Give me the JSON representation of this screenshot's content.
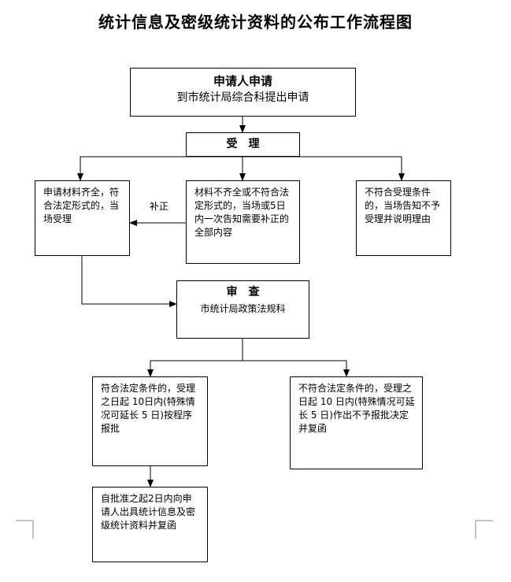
{
  "title": "统计信息及密级统计资料的公布工作流程图",
  "apply": {
    "title": "申请人申请",
    "text": "到市统计局综合科提出申请"
  },
  "accept": {
    "title": "受　理"
  },
  "complete": {
    "text": "申请材料齐全，符合法定形式的，当场受理"
  },
  "incomplete": {
    "text": "材料不齐全或不符合法定形式的，当场或5日内一次告知需要补正的全部内容"
  },
  "reject": {
    "text": "不符合受理条件的，当场告知不予受理并说明理由"
  },
  "supplement_label": "补正",
  "review": {
    "title": "审　查",
    "text": "市统计局政策法规科"
  },
  "approve": {
    "text": "符合法定条件的，受理之日起 10日内(特殊情况可延长 5 日)按程序报批"
  },
  "deny": {
    "text": "不符合法定条件的，受理之日起 10 日内(特殊情况可延长 5 日)作出不予报批决定并复函"
  },
  "issue": {
    "text": "自批准之起2日内向申请人出具统计信息及密级统计资料并复函"
  }
}
